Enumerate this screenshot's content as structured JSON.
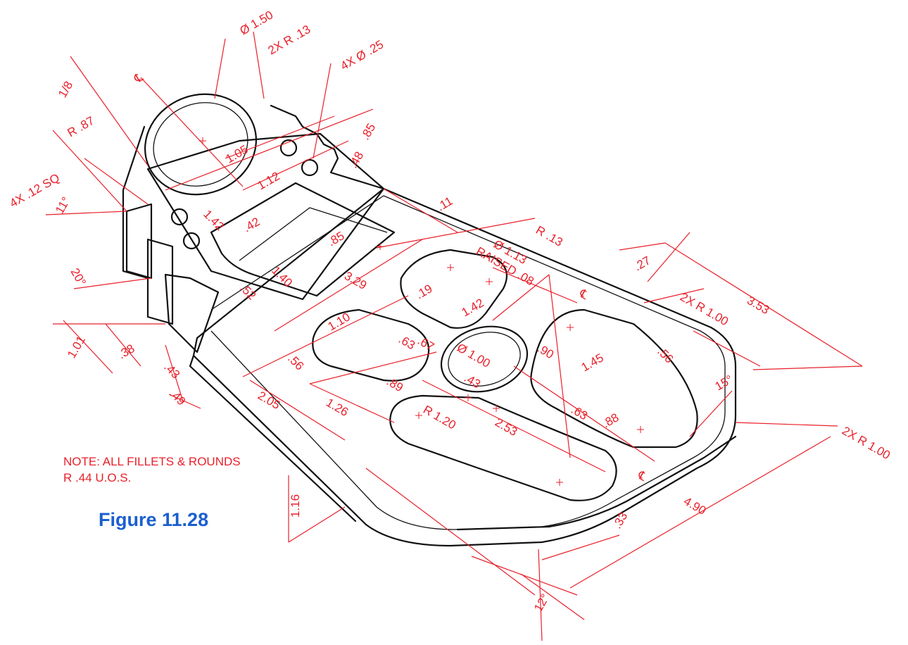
{
  "note": {
    "line1": "NOTE: ALL FILLETS & ROUNDS",
    "line2": "R .44 U.O.S."
  },
  "caption": "Figure 11.28",
  "colors": {
    "dimension": "#e8202a",
    "object": "#111111",
    "caption": "#1a5fd0"
  },
  "dims": {
    "d_dia150": "Ø 1.50",
    "d_2xr13": "2X R .13",
    "d_4xdia25": "4X Ø .25",
    "d_cl1": "℄",
    "d_r87": "R .87",
    "d_eighth": "1/8",
    "d_105": "1.05",
    "d_085top": ".85",
    "d_112": "1.12",
    "d_048": ".48",
    "d_4x12sq": "4X .12 SQ",
    "d_11deg": "11°",
    "d_142": "1.42",
    "d_042": ".42",
    "d_085mid": ".85",
    "d_011": ".11",
    "d_r13": "R .13",
    "d_140": "1.40",
    "d_20deg": "20°",
    "d_052": ".52",
    "d_329": "3.29",
    "d_dia113": "Ø 1.13",
    "d_raised": "RAISED .08",
    "d_027": ".27",
    "d_353": "3.53",
    "d_2xr100a": "2X R 1.00",
    "d_cl2": "℄",
    "d_019": ".19",
    "d_142b": "1.42",
    "d_101": "1.01",
    "d_038": ".38",
    "d_110": "1.10",
    "d_063a": ".63",
    "d_067": ".67",
    "d_dia100": "Ø 1.00",
    "d_090": ".90",
    "d_056a": ".56",
    "d_056b": ".56",
    "d_145": "1.45",
    "d_15deg": "15°",
    "d_043": ".43",
    "d_049": ".49",
    "d_043b": ".43",
    "d_089": ".89",
    "d_205": "2.05",
    "d_126": "1.26",
    "d_r120": "R 1.20",
    "d_253": "2.53",
    "d_063b": ".63",
    "d_088": ".88",
    "d_2xr100b": "2X R 1.00",
    "d_cl3": "℄",
    "d_116": "1.16",
    "d_033": ".33",
    "d_490": "4.90",
    "d_12deg": "12°"
  }
}
